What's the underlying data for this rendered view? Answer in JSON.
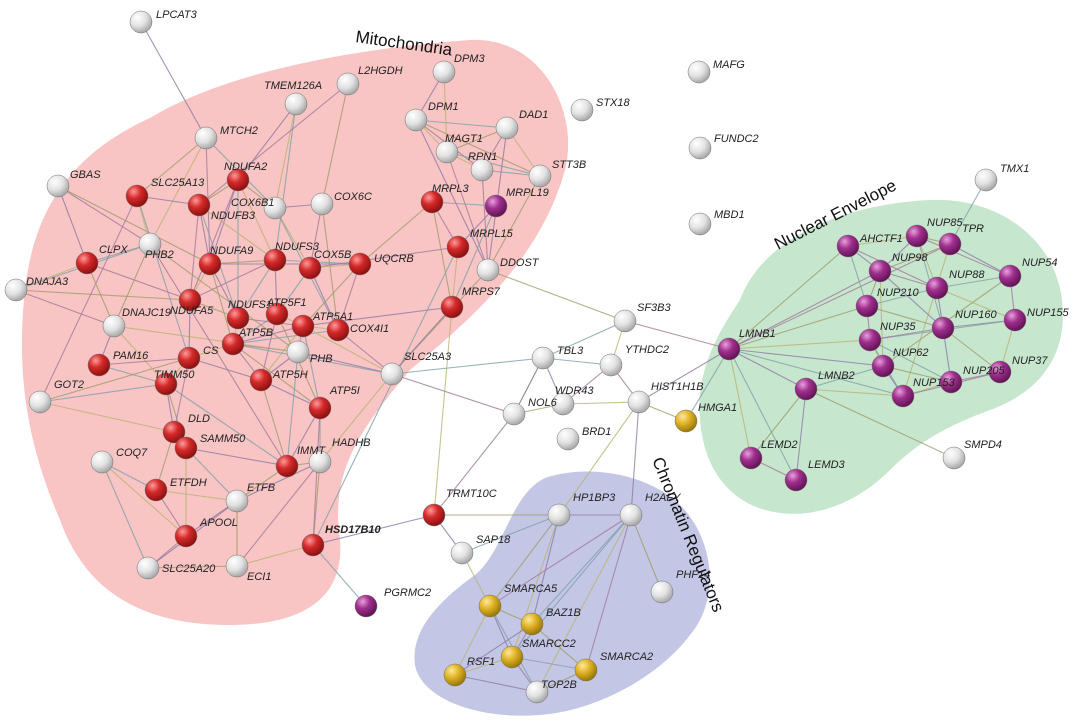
{
  "clusters": [
    {
      "id": "mito",
      "title": "Mitochondria",
      "color": "#f6a5a4"
    },
    {
      "id": "nuc",
      "title": "Nuclear Envelope",
      "color": "#a9d8b3"
    },
    {
      "id": "chrom",
      "title": "Chromatin Regulators",
      "color": "#a5a8d8"
    }
  ],
  "node_colors": {
    "red": "#d42a2a",
    "white": "#e6e6e6",
    "magenta": "#a0308e",
    "yellow": "#e2b62b"
  },
  "nodes": [
    {
      "id": "LPCAT3",
      "c": "white"
    },
    {
      "id": "MTCH2",
      "c": "white"
    },
    {
      "id": "TMEM126A",
      "c": "white"
    },
    {
      "id": "L2HGDH",
      "c": "white"
    },
    {
      "id": "DPM3",
      "c": "white"
    },
    {
      "id": "DPM1",
      "c": "white"
    },
    {
      "id": "MAGT1",
      "c": "white"
    },
    {
      "id": "DAD1",
      "c": "white"
    },
    {
      "id": "RPN1",
      "c": "white"
    },
    {
      "id": "STT3B",
      "c": "white"
    },
    {
      "id": "STX18",
      "c": "white"
    },
    {
      "id": "MAFG",
      "c": "white"
    },
    {
      "id": "FUNDC2",
      "c": "white"
    },
    {
      "id": "MBD1",
      "c": "white"
    },
    {
      "id": "TMX1",
      "c": "white"
    },
    {
      "id": "GBAS",
      "c": "white"
    },
    {
      "id": "SLC25A13",
      "c": "red"
    },
    {
      "id": "NDUFA2",
      "c": "red"
    },
    {
      "id": "COX6B1",
      "c": "white"
    },
    {
      "id": "COX6C",
      "c": "white"
    },
    {
      "id": "MRPL3",
      "c": "red"
    },
    {
      "id": "MRPL19",
      "c": "magenta"
    },
    {
      "id": "NDUFB3",
      "c": "red"
    },
    {
      "id": "PHB2",
      "c": "white"
    },
    {
      "id": "NDUFA9",
      "c": "red"
    },
    {
      "id": "NDUFS3",
      "c": "red"
    },
    {
      "id": "COX5B",
      "c": "red"
    },
    {
      "id": "UQCRB",
      "c": "red"
    },
    {
      "id": "MRPL15",
      "c": "red"
    },
    {
      "id": "DDOST",
      "c": "white"
    },
    {
      "id": "CLPX",
      "c": "red"
    },
    {
      "id": "DNAJA3",
      "c": "white"
    },
    {
      "id": "NDUFA5",
      "c": "red"
    },
    {
      "id": "NDUFS1",
      "c": "red"
    },
    {
      "id": "ATP5F1",
      "c": "red"
    },
    {
      "id": "ATP5A1",
      "c": "red"
    },
    {
      "id": "COX4I1",
      "c": "red"
    },
    {
      "id": "MRPS7",
      "c": "red"
    },
    {
      "id": "DNAJC19",
      "c": "white"
    },
    {
      "id": "PAM16",
      "c": "red"
    },
    {
      "id": "CS",
      "c": "red"
    },
    {
      "id": "ATP5B",
      "c": "red"
    },
    {
      "id": "PHB",
      "c": "white"
    },
    {
      "id": "SLC25A3",
      "c": "white"
    },
    {
      "id": "TIMM50",
      "c": "red"
    },
    {
      "id": "ATP5H",
      "c": "red"
    },
    {
      "id": "ATP5I",
      "c": "red"
    },
    {
      "id": "GOT2",
      "c": "white"
    },
    {
      "id": "DLD",
      "c": "red"
    },
    {
      "id": "SAMM50",
      "c": "red"
    },
    {
      "id": "COQ7",
      "c": "white"
    },
    {
      "id": "HADHB",
      "c": "white"
    },
    {
      "id": "IMMT",
      "c": "red"
    },
    {
      "id": "ETFDH",
      "c": "red"
    },
    {
      "id": "ETFB",
      "c": "white"
    },
    {
      "id": "APOOL",
      "c": "red"
    },
    {
      "id": "SLC25A20",
      "c": "white"
    },
    {
      "id": "ECI1",
      "c": "white"
    },
    {
      "id": "HSD17B10",
      "c": "red",
      "bold": true
    },
    {
      "id": "TRMT10C",
      "c": "red"
    },
    {
      "id": "PGRMC2",
      "c": "magenta"
    },
    {
      "id": "SF3B3",
      "c": "white"
    },
    {
      "id": "TBL3",
      "c": "white"
    },
    {
      "id": "YTHDC2",
      "c": "white"
    },
    {
      "id": "WDR43",
      "c": "white"
    },
    {
      "id": "NOL6",
      "c": "white"
    },
    {
      "id": "BRD1",
      "c": "white"
    },
    {
      "id": "HIST1H1B",
      "c": "white"
    },
    {
      "id": "HMGA1",
      "c": "yellow"
    },
    {
      "id": "HP1BP3",
      "c": "white"
    },
    {
      "id": "H2AFY",
      "c": "white"
    },
    {
      "id": "SAP18",
      "c": "white"
    },
    {
      "id": "SMARCA5",
      "c": "yellow"
    },
    {
      "id": "BAZ1B",
      "c": "yellow"
    },
    {
      "id": "SMARCC2",
      "c": "yellow"
    },
    {
      "id": "RSF1",
      "c": "yellow"
    },
    {
      "id": "SMARCA2",
      "c": "yellow"
    },
    {
      "id": "TOP2B",
      "c": "white"
    },
    {
      "id": "PHF14",
      "c": "white"
    },
    {
      "id": "LMNB1",
      "c": "magenta"
    },
    {
      "id": "AHCTF1",
      "c": "magenta"
    },
    {
      "id": "NUP85",
      "c": "magenta"
    },
    {
      "id": "TPR",
      "c": "magenta"
    },
    {
      "id": "NUP98",
      "c": "magenta"
    },
    {
      "id": "NUP54",
      "c": "magenta"
    },
    {
      "id": "NUP88",
      "c": "magenta"
    },
    {
      "id": "NUP210",
      "c": "magenta"
    },
    {
      "id": "NUP155",
      "c": "magenta"
    },
    {
      "id": "NUP160",
      "c": "magenta"
    },
    {
      "id": "NUP35",
      "c": "magenta"
    },
    {
      "id": "NUP37",
      "c": "magenta"
    },
    {
      "id": "NUP62",
      "c": "magenta"
    },
    {
      "id": "NUP205",
      "c": "magenta"
    },
    {
      "id": "NUP153",
      "c": "magenta"
    },
    {
      "id": "LMNB2",
      "c": "magenta"
    },
    {
      "id": "LEMD2",
      "c": "magenta"
    },
    {
      "id": "LEMD3",
      "c": "magenta"
    },
    {
      "id": "SMPD4",
      "c": "white"
    }
  ],
  "edges": [
    [
      "LPCAT3",
      "MTCH2"
    ],
    [
      "MTCH2",
      "PHB2"
    ],
    [
      "MTCH2",
      "COX6B1"
    ],
    [
      "MTCH2",
      "NDUFA9"
    ],
    [
      "MTCH2",
      "SLC25A13"
    ],
    [
      "TMEM126A",
      "NDUFA2"
    ],
    [
      "TMEM126A",
      "COX6B1"
    ],
    [
      "TMEM126A",
      "NDUFS3"
    ],
    [
      "L2HGDH",
      "NDUFB3"
    ],
    [
      "L2HGDH",
      "COX6C"
    ],
    [
      "DPM3",
      "DPM1"
    ],
    [
      "DPM1",
      "MAGT1"
    ],
    [
      "DPM1",
      "DAD1"
    ],
    [
      "DPM1",
      "RPN1"
    ],
    [
      "DPM1",
      "STT3B"
    ],
    [
      "DPM1",
      "DDOST"
    ],
    [
      "MAGT1",
      "RPN1"
    ],
    [
      "MAGT1",
      "STT3B"
    ],
    [
      "MAGT1",
      "DDOST"
    ],
    [
      "MAGT1",
      "DAD1"
    ],
    [
      "DAD1",
      "RPN1"
    ],
    [
      "DAD1",
      "STT3B"
    ],
    [
      "RPN1",
      "STT3B"
    ],
    [
      "RPN1",
      "DDOST"
    ],
    [
      "STT3B",
      "DDOST"
    ],
    [
      "DAD1",
      "DDOST"
    ],
    [
      "DPM3",
      "MAGT1"
    ],
    [
      "MRPL3",
      "MRPL19"
    ],
    [
      "MRPL3",
      "MRPL15"
    ],
    [
      "MRPL3",
      "MRPS7"
    ],
    [
      "MRPL19",
      "MRPL15"
    ],
    [
      "MRPL15",
      "MRPS7"
    ],
    [
      "MRPL19",
      "MRPS7"
    ],
    [
      "MRPL15",
      "COX5B"
    ],
    [
      "MRPL3",
      "UQCRB"
    ],
    [
      "MRPS7",
      "ATP5A1"
    ],
    [
      "MRPS7",
      "TRMT10C"
    ],
    [
      "MRPL15",
      "HSD17B10"
    ],
    [
      "GBAS",
      "PHB2"
    ],
    [
      "GBAS",
      "NDUFA9"
    ],
    [
      "GBAS",
      "CLPX"
    ],
    [
      "DNAJA3",
      "CLPX"
    ],
    [
      "DNAJA3",
      "PHB2"
    ],
    [
      "DNAJA3",
      "DNAJC19"
    ],
    [
      "DNAJA3",
      "NDUFA5"
    ],
    [
      "SLC25A13",
      "NDUFB3"
    ],
    [
      "SLC25A13",
      "PHB2"
    ],
    [
      "SLC25A13",
      "CS"
    ],
    [
      "SLC25A13",
      "GOT2"
    ],
    [
      "NDUFA2",
      "NDUFB3"
    ],
    [
      "NDUFA2",
      "NDUFA9"
    ],
    [
      "NDUFA2",
      "NDUFS3"
    ],
    [
      "NDUFA2",
      "NDUFS1"
    ],
    [
      "NDUFA2",
      "NDUFA5"
    ],
    [
      "NDUFA2",
      "COX6B1"
    ],
    [
      "NDUFB3",
      "NDUFA9"
    ],
    [
      "NDUFB3",
      "NDUFS3"
    ],
    [
      "NDUFB3",
      "NDUFS1"
    ],
    [
      "NDUFB3",
      "NDUFA5"
    ],
    [
      "NDUFA9",
      "NDUFS3"
    ],
    [
      "NDUFA9",
      "NDUFS1"
    ],
    [
      "NDUFA9",
      "NDUFA5"
    ],
    [
      "NDUFS3",
      "NDUFS1"
    ],
    [
      "NDUFS3",
      "NDUFA5"
    ],
    [
      "NDUFS1",
      "NDUFA5"
    ],
    [
      "COX6B1",
      "COX6C"
    ],
    [
      "COX6B1",
      "COX5B"
    ],
    [
      "COX6B1",
      "COX4I1"
    ],
    [
      "COX6C",
      "COX5B"
    ],
    [
      "COX6C",
      "COX4I1"
    ],
    [
      "COX5B",
      "COX4I1"
    ],
    [
      "UQCRB",
      "COX5B"
    ],
    [
      "UQCRB",
      "NDUFS3"
    ],
    [
      "UQCRB",
      "COX4I1"
    ],
    [
      "UQCRB",
      "ATP5A1"
    ],
    [
      "UQCRB",
      "NDUFA9"
    ],
    [
      "ATP5F1",
      "ATP5A1"
    ],
    [
      "ATP5F1",
      "ATP5B"
    ],
    [
      "ATP5F1",
      "ATP5H"
    ],
    [
      "ATP5F1",
      "ATP5I"
    ],
    [
      "ATP5A1",
      "ATP5B"
    ],
    [
      "ATP5A1",
      "ATP5H"
    ],
    [
      "ATP5A1",
      "ATP5I"
    ],
    [
      "ATP5B",
      "ATP5H"
    ],
    [
      "ATP5B",
      "ATP5I"
    ],
    [
      "ATP5H",
      "ATP5I"
    ],
    [
      "ATP5A1",
      "COX4I1"
    ],
    [
      "ATP5B",
      "COX4I1"
    ],
    [
      "ATP5A1",
      "NDUFS1"
    ],
    [
      "ATP5B",
      "NDUFA9"
    ],
    [
      "ATP5F1",
      "NDUFS3"
    ],
    [
      "ATP5B",
      "CS"
    ],
    [
      "ATP5A1",
      "PHB"
    ],
    [
      "ATP5B",
      "PHB"
    ],
    [
      "PHB",
      "PHB2"
    ],
    [
      "PHB",
      "SLC25A3"
    ],
    [
      "PHB",
      "DNAJC19"
    ],
    [
      "PHB",
      "IMMT"
    ],
    [
      "PHB2",
      "IMMT"
    ],
    [
      "PHB2",
      "DNAJC19"
    ],
    [
      "PHB",
      "ATP5H"
    ],
    [
      "SLC25A3",
      "ATP5A1"
    ],
    [
      "SLC25A3",
      "ATP5B"
    ],
    [
      "SLC25A3",
      "COX4I1"
    ],
    [
      "SLC25A3",
      "DDOST"
    ],
    [
      "SLC25A3",
      "MRPS7"
    ],
    [
      "SLC25A3",
      "HADHB"
    ],
    [
      "CLPX",
      "PHB2"
    ],
    [
      "CLPX",
      "NDUFA5"
    ],
    [
      "CLPX",
      "DNAJC19"
    ],
    [
      "DNAJC19",
      "PAM16"
    ],
    [
      "DNAJC19",
      "TIMM50"
    ],
    [
      "PAM16",
      "TIMM50"
    ],
    [
      "PAM16",
      "CS"
    ],
    [
      "TIMM50",
      "SAMM50"
    ],
    [
      "TIMM50",
      "DLD"
    ],
    [
      "TIMM50",
      "CS"
    ],
    [
      "TIMM50",
      "IMMT"
    ],
    [
      "CS",
      "DLD"
    ],
    [
      "CS",
      "GOT2"
    ],
    [
      "CS",
      "ATP5H"
    ],
    [
      "GOT2",
      "DLD"
    ],
    [
      "GOT2",
      "TIMM50"
    ],
    [
      "DLD",
      "SAMM50"
    ],
    [
      "DLD",
      "ETFDH"
    ],
    [
      "SAMM50",
      "IMMT"
    ],
    [
      "SAMM50",
      "APOOL"
    ],
    [
      "SAMM50",
      "ETFB"
    ],
    [
      "IMMT",
      "APOOL"
    ],
    [
      "IMMT",
      "HADHB"
    ],
    [
      "IMMT",
      "ATP5I"
    ],
    [
      "IMMT",
      "ETFB"
    ],
    [
      "HADHB",
      "ATP5I"
    ],
    [
      "HADHB",
      "ECI1"
    ],
    [
      "HADHB",
      "HSD17B10"
    ],
    [
      "HADHB",
      "ETFB"
    ],
    [
      "ETFDH",
      "ETFB"
    ],
    [
      "ETFDH",
      "COQ7"
    ],
    [
      "ETFDH",
      "APOOL"
    ],
    [
      "ETFB",
      "ECI1"
    ],
    [
      "ETFB",
      "SLC25A20"
    ],
    [
      "COQ7",
      "APOOL"
    ],
    [
      "COQ7",
      "SLC25A20"
    ],
    [
      "APOOL",
      "SLC25A20"
    ],
    [
      "ECI1",
      "SLC25A20"
    ],
    [
      "HSD17B10",
      "TRMT10C"
    ],
    [
      "HSD17B10",
      "ECI1"
    ],
    [
      "HSD17B10",
      "PGRMC2"
    ],
    [
      "ATP5I",
      "HSD17B10"
    ],
    [
      "ATP5H",
      "IMMT"
    ],
    [
      "NDUFA5",
      "CS"
    ],
    [
      "NDUFS1",
      "ATP5B"
    ],
    [
      "COX5B",
      "ATP5F1"
    ],
    [
      "TRMT10C",
      "NOL6"
    ],
    [
      "TRMT10C",
      "HP1BP3"
    ],
    [
      "TRMT10C",
      "SAP18"
    ],
    [
      "SAP18",
      "SMARCA5"
    ],
    [
      "SAP18",
      "HP1BP3"
    ],
    [
      "HP1BP3",
      "H2AFY"
    ],
    [
      "HP1BP3",
      "SMARCA5"
    ],
    [
      "HP1BP3",
      "BAZ1B"
    ],
    [
      "HP1BP3",
      "SMARCC2"
    ],
    [
      "H2AFY",
      "BAZ1B"
    ],
    [
      "H2AFY",
      "SMARCA2"
    ],
    [
      "H2AFY",
      "PHF14"
    ],
    [
      "H2AFY",
      "HIST1H1B"
    ],
    [
      "H2AFY",
      "TOP2B"
    ],
    [
      "H2AFY",
      "SMARCC2"
    ],
    [
      "H2AFY",
      "SMARCA5"
    ],
    [
      "SMARCA5",
      "BAZ1B"
    ],
    [
      "SMARCA5",
      "SMARCC2"
    ],
    [
      "SMARCA5",
      "RSF1"
    ],
    [
      "SMARCA5",
      "TOP2B"
    ],
    [
      "BAZ1B",
      "SMARCC2"
    ],
    [
      "BAZ1B",
      "SMARCA2"
    ],
    [
      "BAZ1B",
      "RSF1"
    ],
    [
      "SMARCC2",
      "RSF1"
    ],
    [
      "SMARCC2",
      "SMARCA2"
    ],
    [
      "SMARCC2",
      "TOP2B"
    ],
    [
      "SMARCA2",
      "TOP2B"
    ],
    [
      "RSF1",
      "TOP2B"
    ],
    [
      "SF3B3",
      "YTHDC2"
    ],
    [
      "SF3B3",
      "TBL3"
    ],
    [
      "SF3B3",
      "LMNB1"
    ],
    [
      "SF3B3",
      "DDOST"
    ],
    [
      "TBL3",
      "WDR43"
    ],
    [
      "TBL3",
      "NOL6"
    ],
    [
      "TBL3",
      "YTHDC2"
    ],
    [
      "YTHDC2",
      "WDR43"
    ],
    [
      "WDR43",
      "NOL6"
    ],
    [
      "NOL6",
      "TBL3"
    ],
    [
      "WDR43",
      "HIST1H1B"
    ],
    [
      "TBL3",
      "SLC25A3"
    ],
    [
      "NOL6",
      "SLC25A3"
    ],
    [
      "HIST1H1B",
      "HMGA1"
    ],
    [
      "HIST1H1B",
      "LMNB1"
    ],
    [
      "HIST1H1B",
      "HP1BP3"
    ],
    [
      "LMNB1",
      "HMGA1"
    ],
    [
      "HIST1H1B",
      "YTHDC2"
    ],
    [
      "LMNB1",
      "AHCTF1"
    ],
    [
      "LMNB1",
      "LMNB2"
    ],
    [
      "LMNB1",
      "LEMD2"
    ],
    [
      "LMNB1",
      "LEMD3"
    ],
    [
      "LMNB1",
      "NUP98"
    ],
    [
      "LMNB1",
      "NUP210"
    ],
    [
      "LMNB1",
      "NUP62"
    ],
    [
      "LMNB1",
      "NUP35"
    ],
    [
      "LMNB1",
      "NUP153"
    ],
    [
      "LMNB1",
      "TPR"
    ],
    [
      "LMNB2",
      "LEMD2"
    ],
    [
      "LMNB2",
      "LEMD3"
    ],
    [
      "LMNB2",
      "NUP153"
    ],
    [
      "LMNB2",
      "NUP62"
    ],
    [
      "LEMD2",
      "LEMD3"
    ],
    [
      "LMNB2",
      "SMPD4"
    ],
    [
      "AHCTF1",
      "NUP98"
    ],
    [
      "AHCTF1",
      "NUP85"
    ],
    [
      "AHCTF1",
      "NUP210"
    ],
    [
      "AHCTF1",
      "NUP88"
    ],
    [
      "NUP85",
      "TPR"
    ],
    [
      "NUP85",
      "NUP98"
    ],
    [
      "NUP85",
      "NUP88"
    ],
    [
      "NUP85",
      "NUP160"
    ],
    [
      "NUP85",
      "NUP54"
    ],
    [
      "TPR",
      "NUP98"
    ],
    [
      "TPR",
      "NUP54"
    ],
    [
      "TPR",
      "NUP153"
    ],
    [
      "TPR",
      "TMX1"
    ],
    [
      "NUP98",
      "NUP88"
    ],
    [
      "NUP98",
      "NUP210"
    ],
    [
      "NUP98",
      "NUP160"
    ],
    [
      "NUP98",
      "NUP62"
    ],
    [
      "NUP54",
      "NUP88"
    ],
    [
      "NUP54",
      "NUP155"
    ],
    [
      "NUP54",
      "NUP62"
    ],
    [
      "NUP88",
      "NUP160"
    ],
    [
      "NUP88",
      "NUP155"
    ],
    [
      "NUP88",
      "NUP210"
    ],
    [
      "NUP210",
      "NUP35"
    ],
    [
      "NUP210",
      "NUP160"
    ],
    [
      "NUP155",
      "NUP160"
    ],
    [
      "NUP155",
      "NUP37"
    ],
    [
      "NUP155",
      "NUP35"
    ],
    [
      "NUP160",
      "NUP35"
    ],
    [
      "NUP160",
      "NUP37"
    ],
    [
      "NUP160",
      "NUP205"
    ],
    [
      "NUP35",
      "NUP62"
    ],
    [
      "NUP35",
      "NUP205"
    ],
    [
      "NUP37",
      "NUP205"
    ],
    [
      "NUP62",
      "NUP205"
    ],
    [
      "NUP62",
      "NUP153"
    ],
    [
      "NUP205",
      "NUP153"
    ],
    [
      "NUP153",
      "NUP35"
    ],
    [
      "NUP37",
      "NUP153"
    ]
  ]
}
